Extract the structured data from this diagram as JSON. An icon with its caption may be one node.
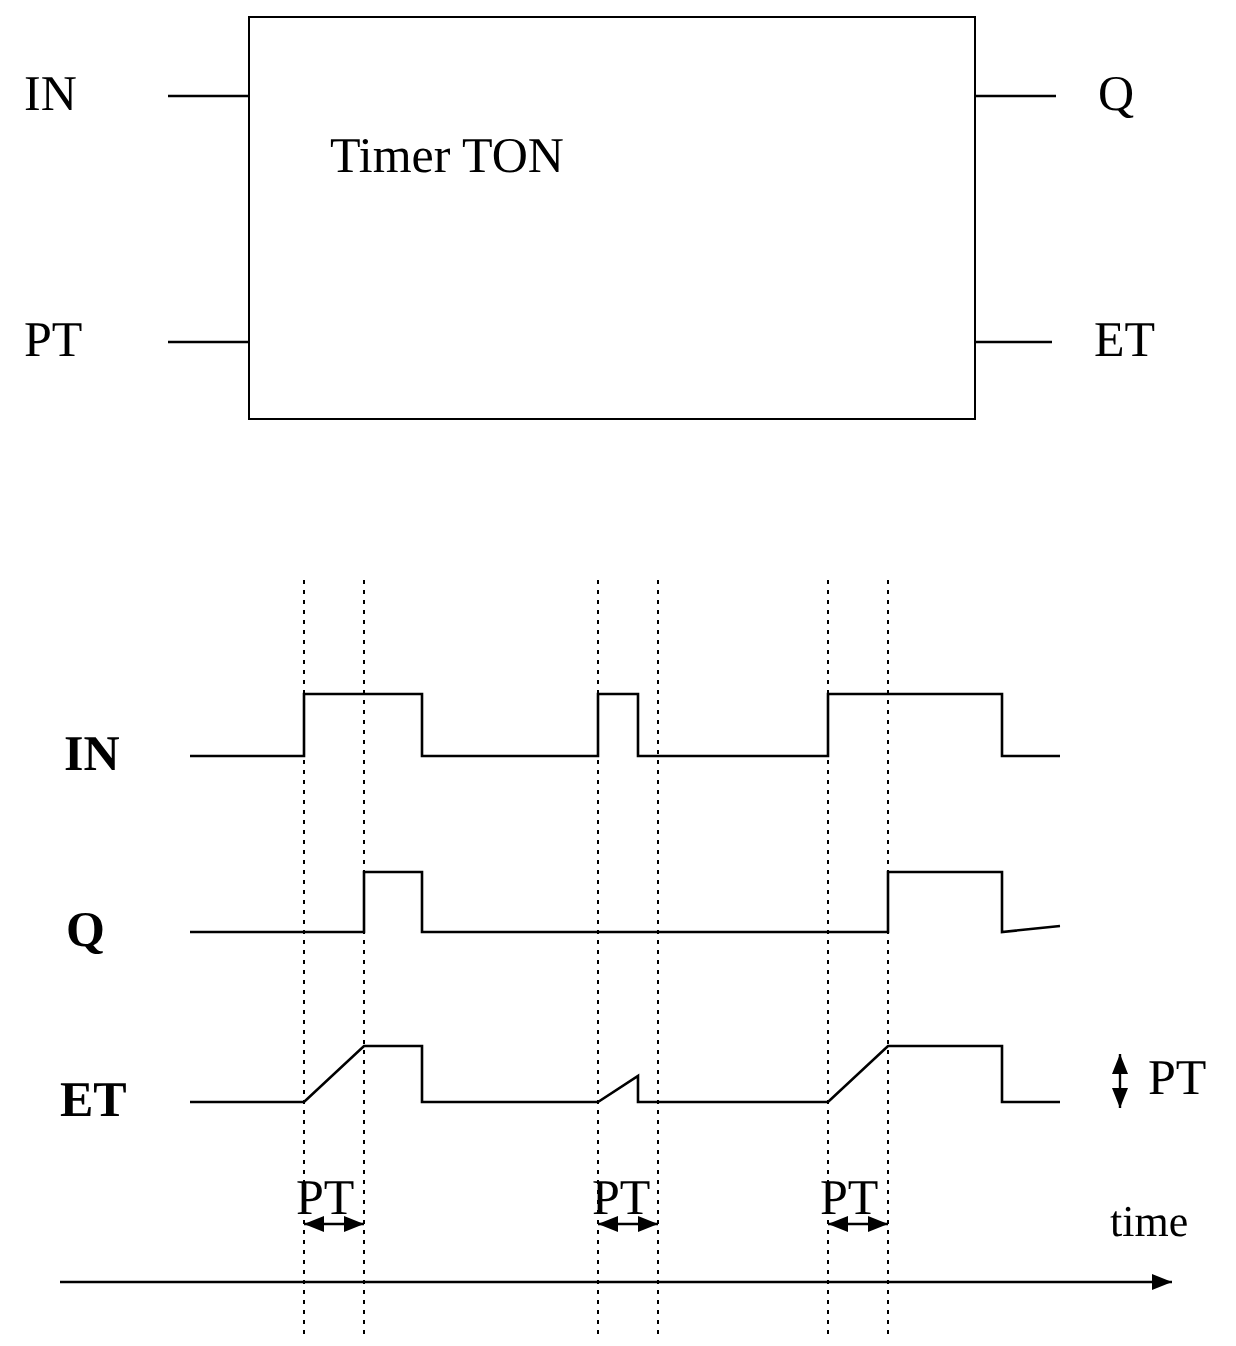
{
  "diagram": {
    "nodes": [
      {
        "text": [
          "Timer TON"
        ]
      },
      {
        "text": [
          "IN"
        ]
      },
      {
        "text": [
          "PT"
        ]
      },
      {
        "text": [
          "Q"
        ]
      },
      {
        "text": [
          "ET"
        ]
      }
    ],
    "edges": [
      {
        "from": 1,
        "to": 0,
        "arrow": "none"
      },
      {
        "from": 2,
        "to": 0,
        "arrow": "none"
      },
      {
        "from": 0,
        "to": 3,
        "arrow": "none"
      },
      {
        "from": 0,
        "to": 4,
        "arrow": "none"
      }
    ],
    "labels": [
      "IN",
      "Q",
      "ET",
      "PT",
      "PT",
      "PT",
      "PT",
      "time"
    ]
  }
}
